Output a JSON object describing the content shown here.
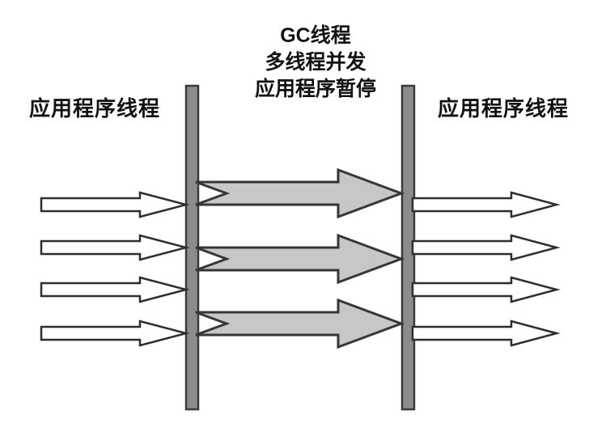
{
  "diagram": {
    "title_block": {
      "line1": "GC线程",
      "line2": "多线程并发",
      "line3": "应用程序暂停"
    },
    "left_label": "应用程序线程",
    "right_label": "应用程序线程",
    "elements": {
      "left_app_thread_arrows": 4,
      "gc_thread_arrows": 3,
      "right_app_thread_arrows": 4,
      "pause_barriers": 2
    },
    "colors": {
      "background": "#ffffff",
      "text": "#121212",
      "barrier_fill": "#8c8c8c",
      "barrier_border": "#3a3a3a",
      "gc_arrow_fill": "#c7c7c7",
      "app_arrow_fill": "#ffffff",
      "arrow_outline": "#2e2e2e"
    }
  }
}
